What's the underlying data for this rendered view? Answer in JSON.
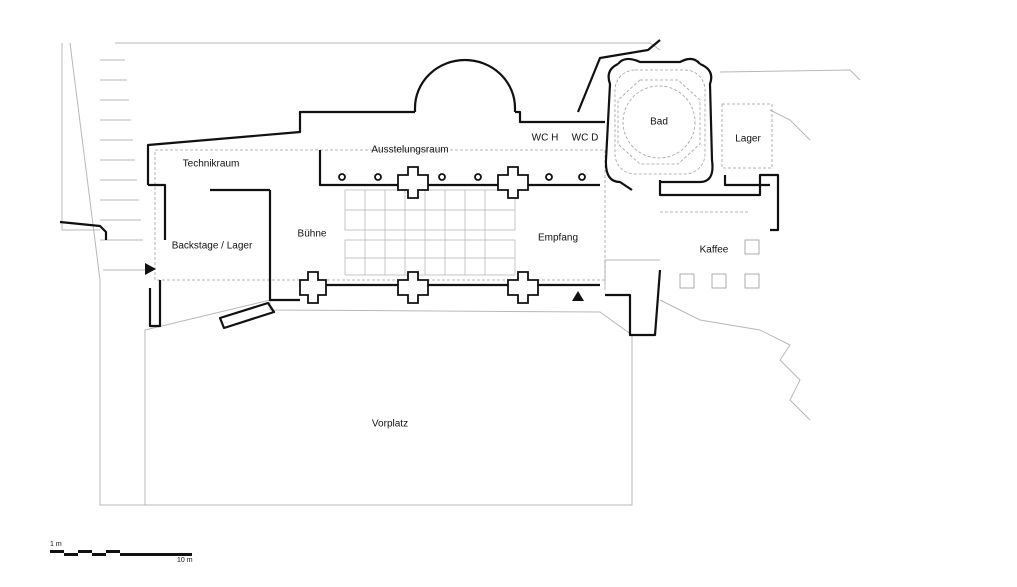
{
  "rooms": {
    "technikraum": "Technikraum",
    "ausstellungsraum": "Ausstelungsraum",
    "wc_h": "WC H",
    "wc_d": "WC D",
    "bad": "Bad",
    "lager_top": "Lager",
    "backstage": "Backstage / Lager",
    "buehne": "Bühne",
    "empfang": "Empfang",
    "kaffee": "Kaffee",
    "vorplatz": "Vorplatz"
  },
  "scale_bar": {
    "start_label": "1 m",
    "end_label": "10 m"
  },
  "colors": {
    "wall": "#111111",
    "site_line": "#b5b5b5",
    "hidden_line": "#9a9a9a"
  }
}
